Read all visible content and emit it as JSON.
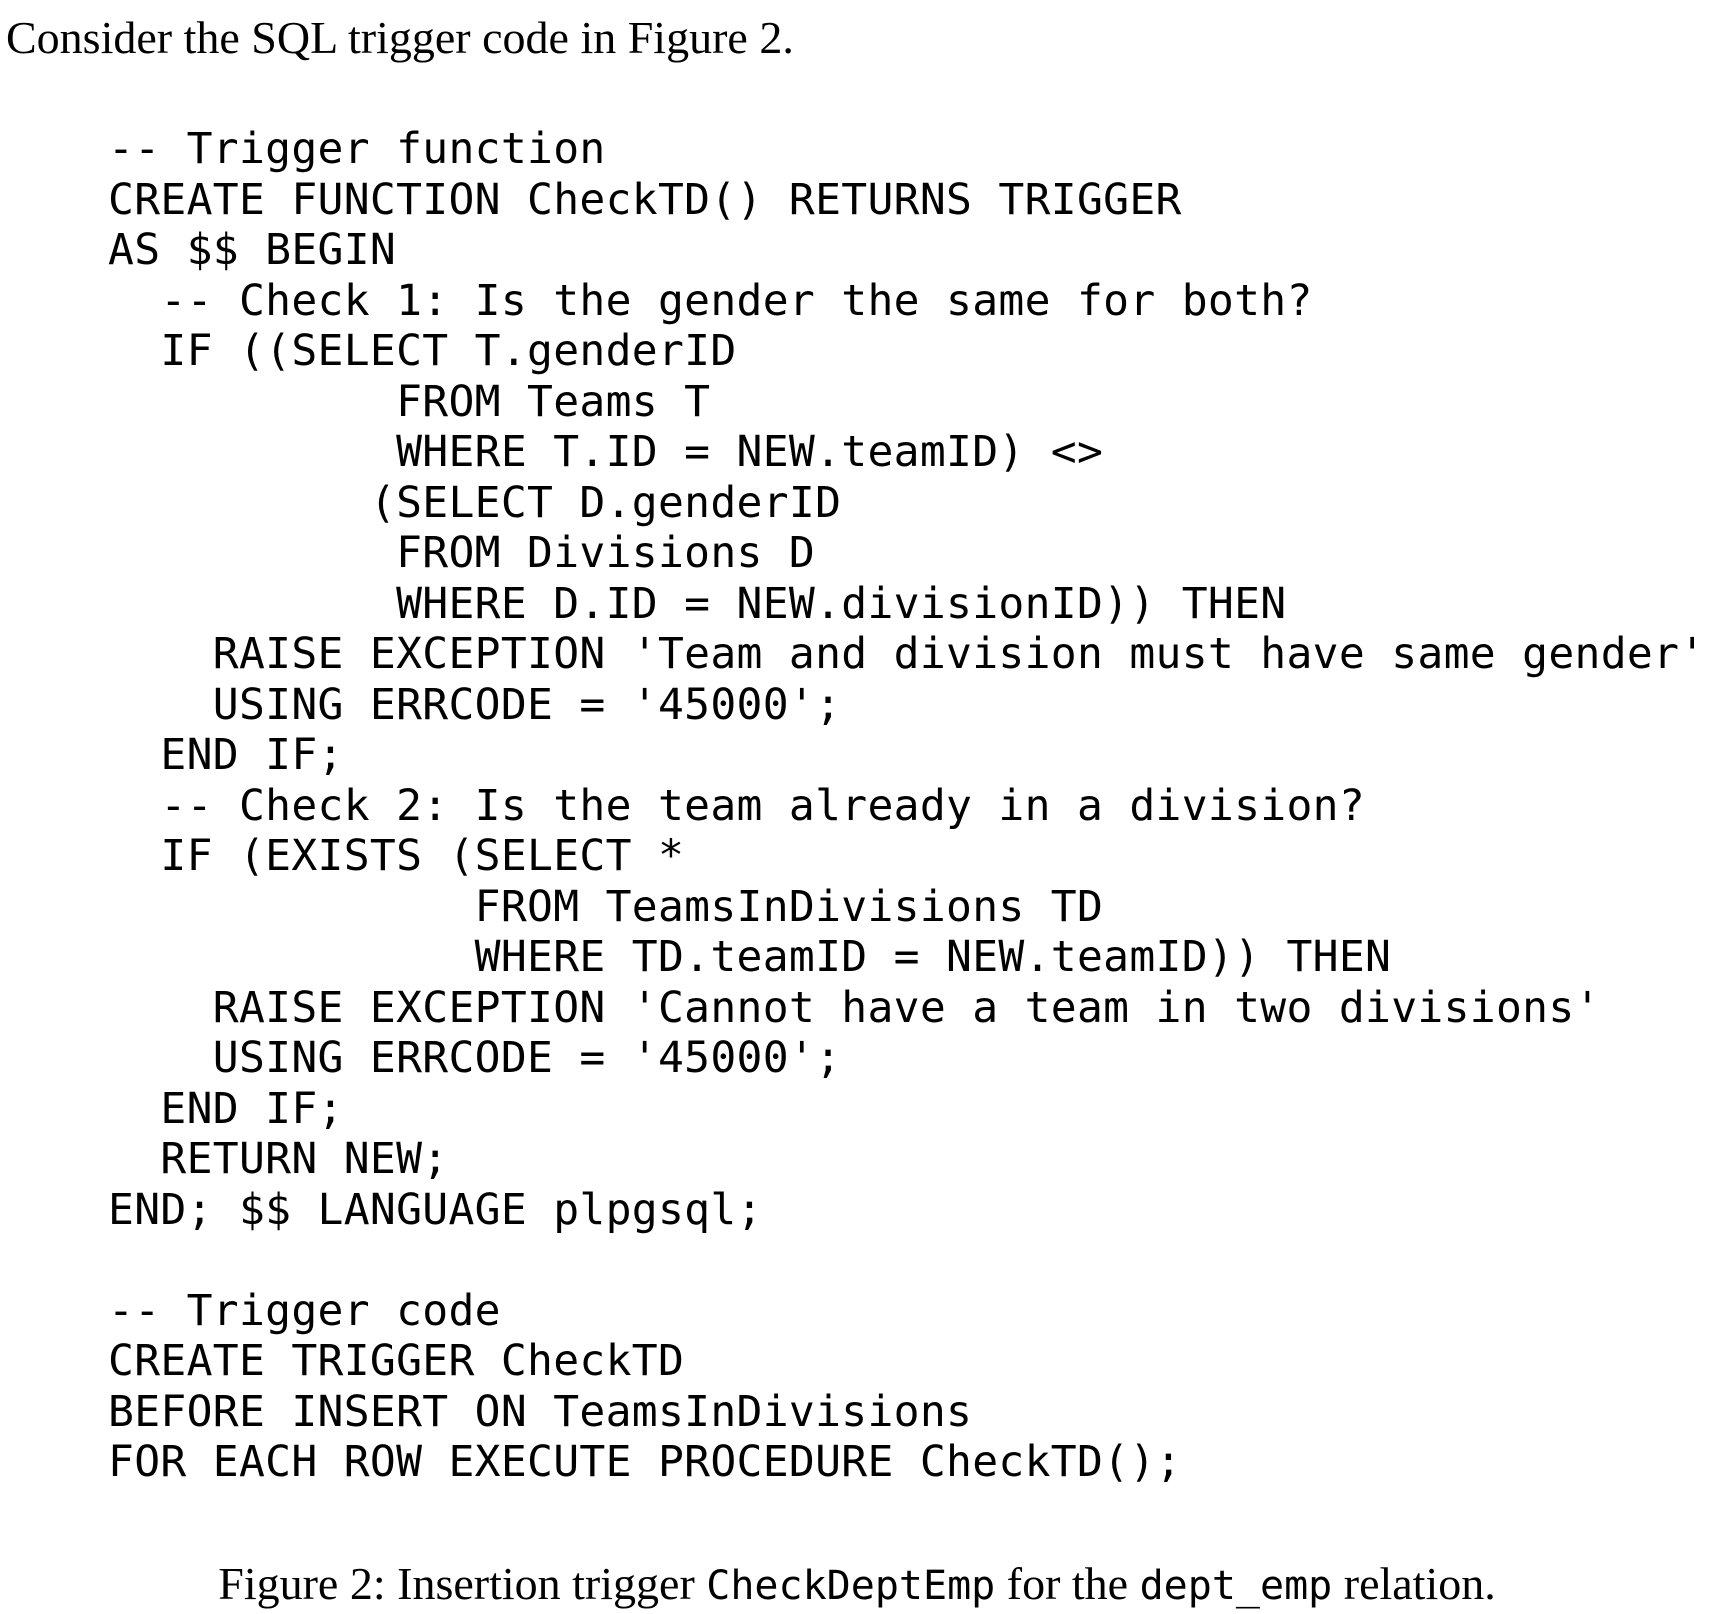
{
  "intro_text": "Consider the SQL trigger code in Figure 2.",
  "code_lines": [
    "-- Trigger function",
    "CREATE FUNCTION CheckTD() RETURNS TRIGGER",
    "AS $$ BEGIN",
    "  -- Check 1: Is the gender the same for both?",
    "  IF ((SELECT T.genderID",
    "           FROM Teams T",
    "           WHERE T.ID = NEW.teamID) <>",
    "          (SELECT D.genderID",
    "           FROM Divisions D",
    "           WHERE D.ID = NEW.divisionID)) THEN",
    "    RAISE EXCEPTION 'Team and division must have same gender'",
    "    USING ERRCODE = '45000';",
    "  END IF;",
    "  -- Check 2: Is the team already in a division?",
    "  IF (EXISTS (SELECT *",
    "              FROM TeamsInDivisions TD",
    "              WHERE TD.teamID = NEW.teamID)) THEN",
    "    RAISE EXCEPTION 'Cannot have a team in two divisions'",
    "    USING ERRCODE = '45000';",
    "  END IF;",
    "  RETURN NEW;",
    "END; $$ LANGUAGE plpgsql;",
    "",
    "-- Trigger code",
    "CREATE TRIGGER CheckTD",
    "BEFORE INSERT ON TeamsInDivisions",
    "FOR EACH ROW EXECUTE PROCEDURE CheckTD();"
  ],
  "caption": {
    "prefix": "Figure 2: Insertion trigger ",
    "trigger_name": "CheckDeptEmp",
    "middle": " for the ",
    "relation_name": "dept_emp",
    "suffix": " relation."
  }
}
